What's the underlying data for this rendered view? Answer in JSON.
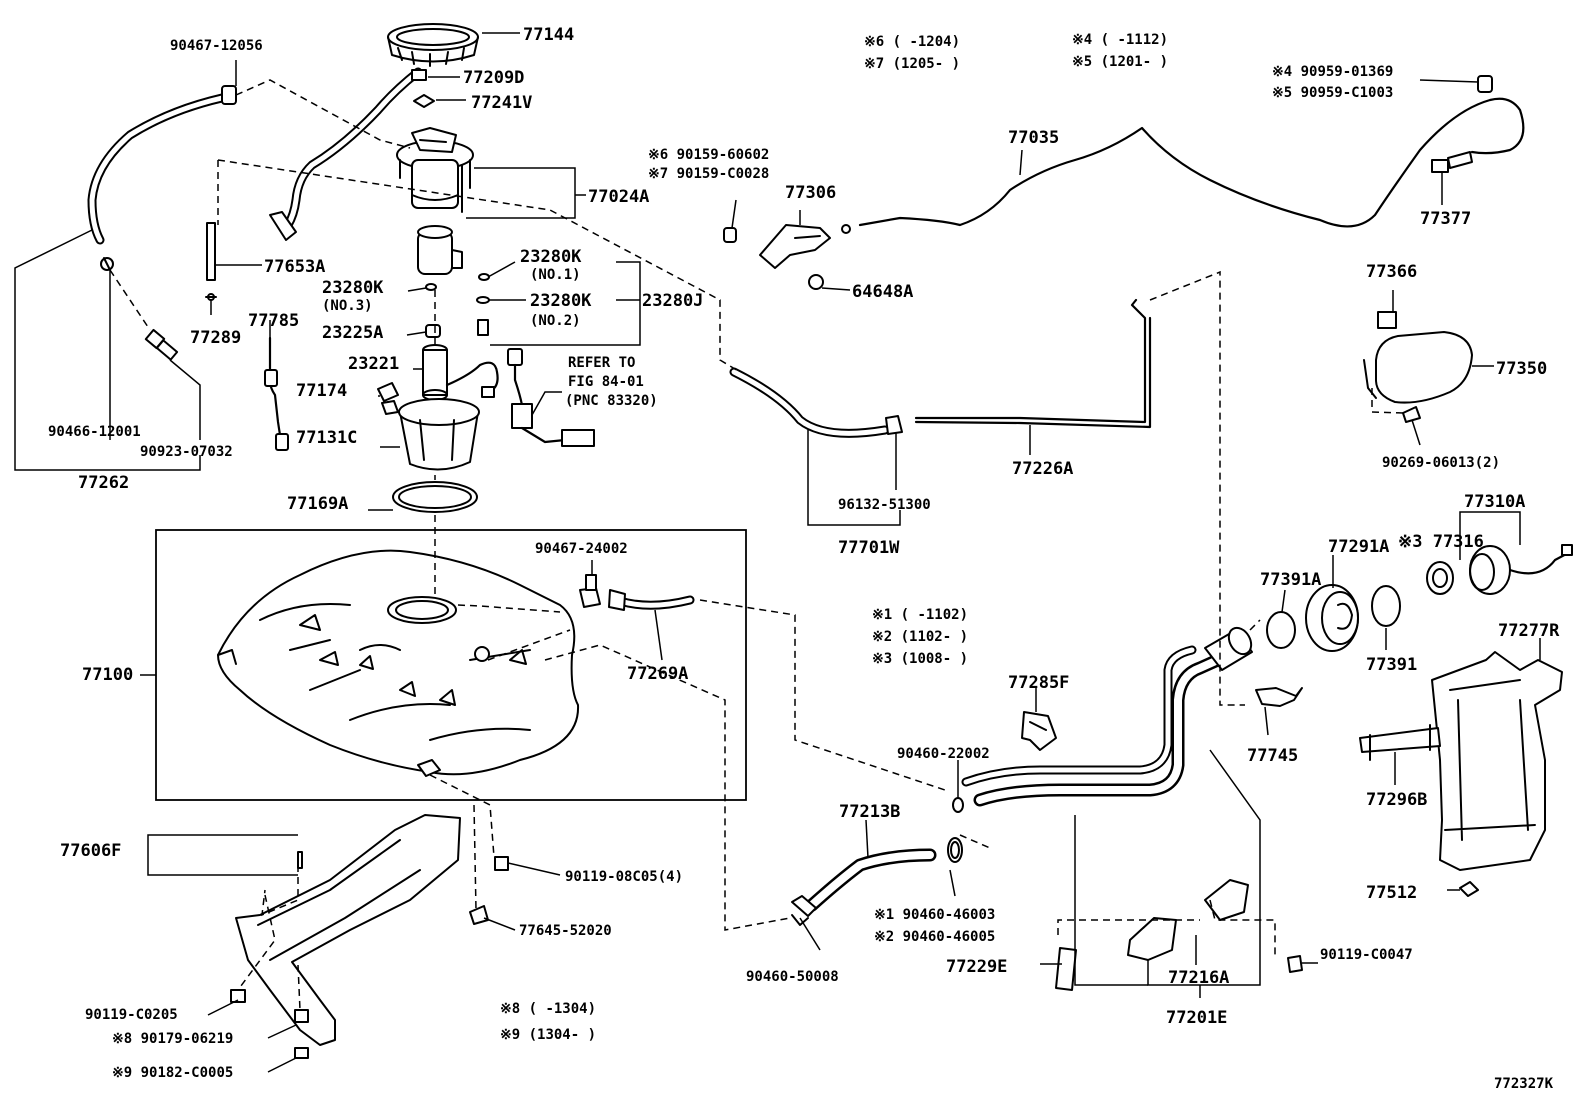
{
  "diagram_id": "772327K",
  "labels": {
    "p77144": "77144",
    "p90467_12056": "90467-12056",
    "p77209D": "77209D",
    "p77241V": "77241V",
    "p77024A": "77024A",
    "p77653A": "77653A",
    "p23280K_no1": "23280K",
    "no1": "(NO.1)",
    "p23280K_no3": "23280K",
    "no3": "(NO.3)",
    "p23280K_no2": "23280K",
    "no2": "(NO.2)",
    "p23280J": "23280J",
    "p77289": "77289",
    "p77785": "77785",
    "p23225A": "23225A",
    "p23221": "23221",
    "p77174": "77174",
    "p77131C": "77131C",
    "refer1": "REFER TO",
    "refer2": "FIG 84-01",
    "refer3": "(PNC 83320)",
    "p90466_12001": "90466-12001",
    "p90923_07032": "90923-07032",
    "p77262": "77262",
    "p77169A": "77169A",
    "p90467_24002": "90467-24002",
    "p77100": "77100",
    "p77269A": "77269A",
    "p77606F": "77606F",
    "p90119_08C05": "90119-08C05(4)",
    "p77645_52020": "77645-52020",
    "p90119_C0205": "90119-C0205",
    "p90179_06219": "※8 90179-06219",
    "p90182_C0005": "※9 90182-C0005",
    "note8": "※8 (    -1304)",
    "note9": "※9 (1304-    )",
    "note6": "※6 (    -1204)",
    "note7": "※7 (1205-    )",
    "note4": "※4 (    -1112)",
    "note5": "※5 (1201-    )",
    "p90959_01369": "※4 90959-01369",
    "p90959_C1003": "※5 90959-C1003",
    "p90159_60602": "※6 90159-60602",
    "p90159_C0028": "※7 90159-C0028",
    "p77306": "77306",
    "p77035": "77035",
    "p64648A": "64648A",
    "p77377": "77377",
    "p77366": "77366",
    "p77350": "77350",
    "p90269_06013": "90269-06013(2)",
    "p77226A": "77226A",
    "p96132_51300": "96132-51300",
    "p77701W": "77701W",
    "p77310A": "77310A",
    "p77291A": "77291A",
    "p77316": "※3 77316",
    "p77391A": "77391A",
    "p77391": "77391",
    "note1": "※1 (    -1102)",
    "note2": "※2 (1102-    )",
    "note3": "※3 (1008-    )",
    "p77285F": "77285F",
    "p90460_22002": "90460-22002",
    "p77213B": "77213B",
    "p90460_46003": "※1 90460-46003",
    "p90460_46005": "※2 90460-46005",
    "p90460_50008": "90460-50008",
    "p77229E": "77229E",
    "p77216A": "77216A",
    "p77201E": "77201E",
    "p77745": "77745",
    "p77277R": "77277R",
    "p77296B": "77296B",
    "p77512": "77512",
    "p90119_C0047": "90119-C0047"
  }
}
